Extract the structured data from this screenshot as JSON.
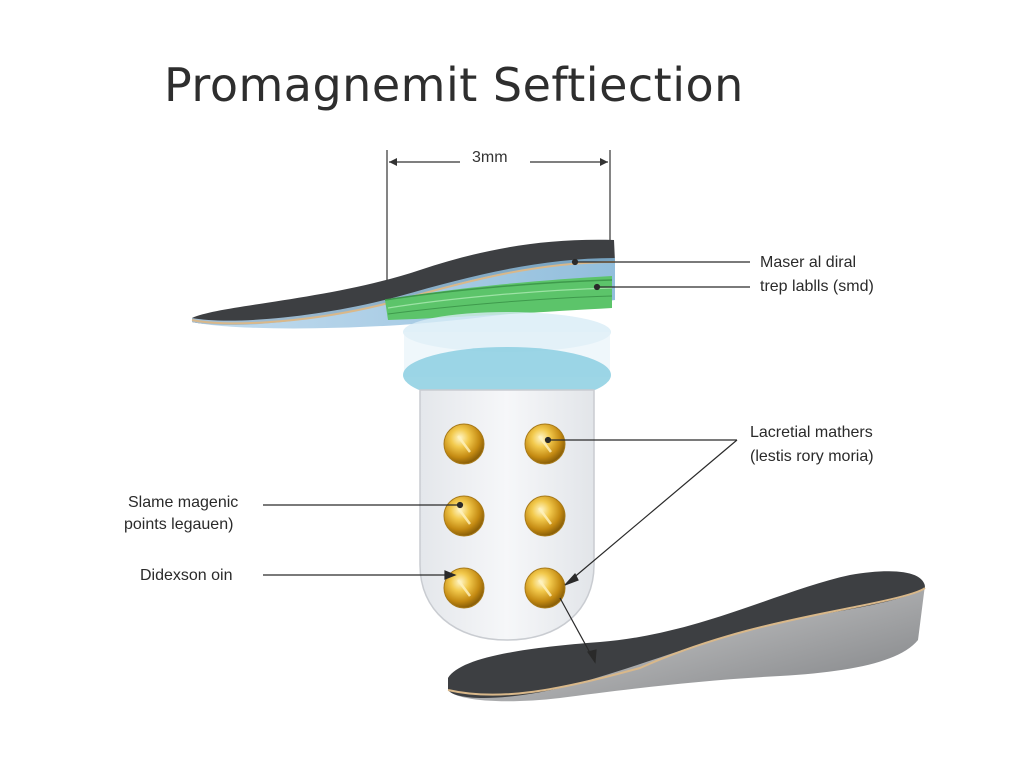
{
  "title": "Promagnemit Seftiection",
  "dimension": "3mm",
  "labels": {
    "material_line1": "Maser al diral",
    "material_line2": "trep lablls (smd)",
    "lacretial_line1": "Lacretial mathers",
    "lacretial_line2": "(lestis rory moria)",
    "slame_line1": "Slame magenic",
    "slame_line2": "points legauen)",
    "didexson": "Didexson oin"
  },
  "colors": {
    "insole_dark": "#3d3f42",
    "insole_edge": "#d9b88a",
    "blue_layer": "#8fb8d8",
    "green_layer": "#5cc46a",
    "magnet_gold": "#d8a41c",
    "capsule": "#eef0f3"
  },
  "icons": [
    "magnet-dot",
    "leader-line"
  ]
}
